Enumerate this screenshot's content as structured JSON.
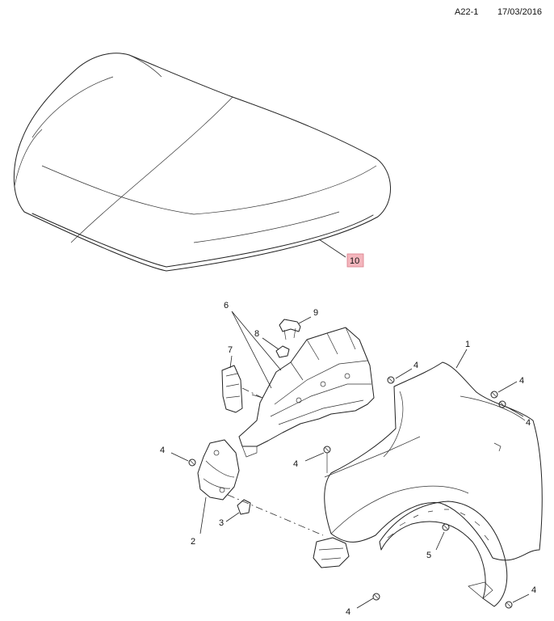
{
  "header": {
    "code": "A22-1",
    "date": "17/03/2016"
  },
  "callouts": [
    {
      "id": "c10",
      "text": "10",
      "highlight": true
    },
    {
      "id": "c6",
      "text": "6"
    },
    {
      "id": "c9",
      "text": "9"
    },
    {
      "id": "c8",
      "text": "8"
    },
    {
      "id": "c7",
      "text": "7"
    },
    {
      "id": "c1",
      "text": "1"
    },
    {
      "id": "c4a",
      "text": "4"
    },
    {
      "id": "c4b",
      "text": "4"
    },
    {
      "id": "c4c",
      "text": "4"
    },
    {
      "id": "c4d",
      "text": "4"
    },
    {
      "id": "c4e",
      "text": "4"
    },
    {
      "id": "c4f",
      "text": "4"
    },
    {
      "id": "c4g",
      "text": "4"
    },
    {
      "id": "c3",
      "text": "3"
    },
    {
      "id": "c2",
      "text": "2"
    },
    {
      "id": "c5",
      "text": "5"
    }
  ],
  "colors": {
    "line": "#222222",
    "highlight": "#f4b6bd"
  }
}
